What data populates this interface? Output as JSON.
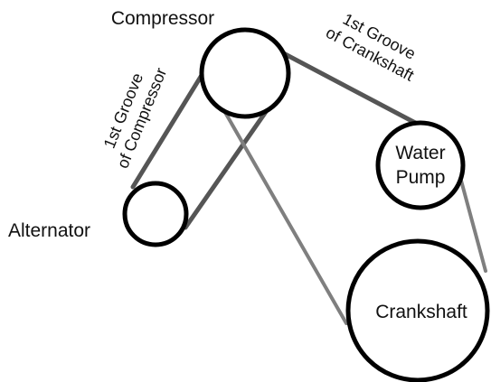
{
  "diagram": {
    "pulleys": {
      "compressor": {
        "label": "Compressor"
      },
      "alternator": {
        "label": "Alternator"
      },
      "water_pump": {
        "label_line1": "Water",
        "label_line2": "Pump"
      },
      "crankshaft": {
        "label": "Crankshaft"
      }
    },
    "belt_labels": {
      "compressor_groove": {
        "line1": "1st Groove",
        "line2": "of Compressor"
      },
      "crankshaft_groove": {
        "line1": "1st Groove",
        "line2": "of Crankshaft"
      }
    },
    "colors": {
      "belt_dark": "#555555",
      "belt_light": "#7f7f7f",
      "pulley_stroke": "#000000",
      "text": "#111111"
    }
  }
}
